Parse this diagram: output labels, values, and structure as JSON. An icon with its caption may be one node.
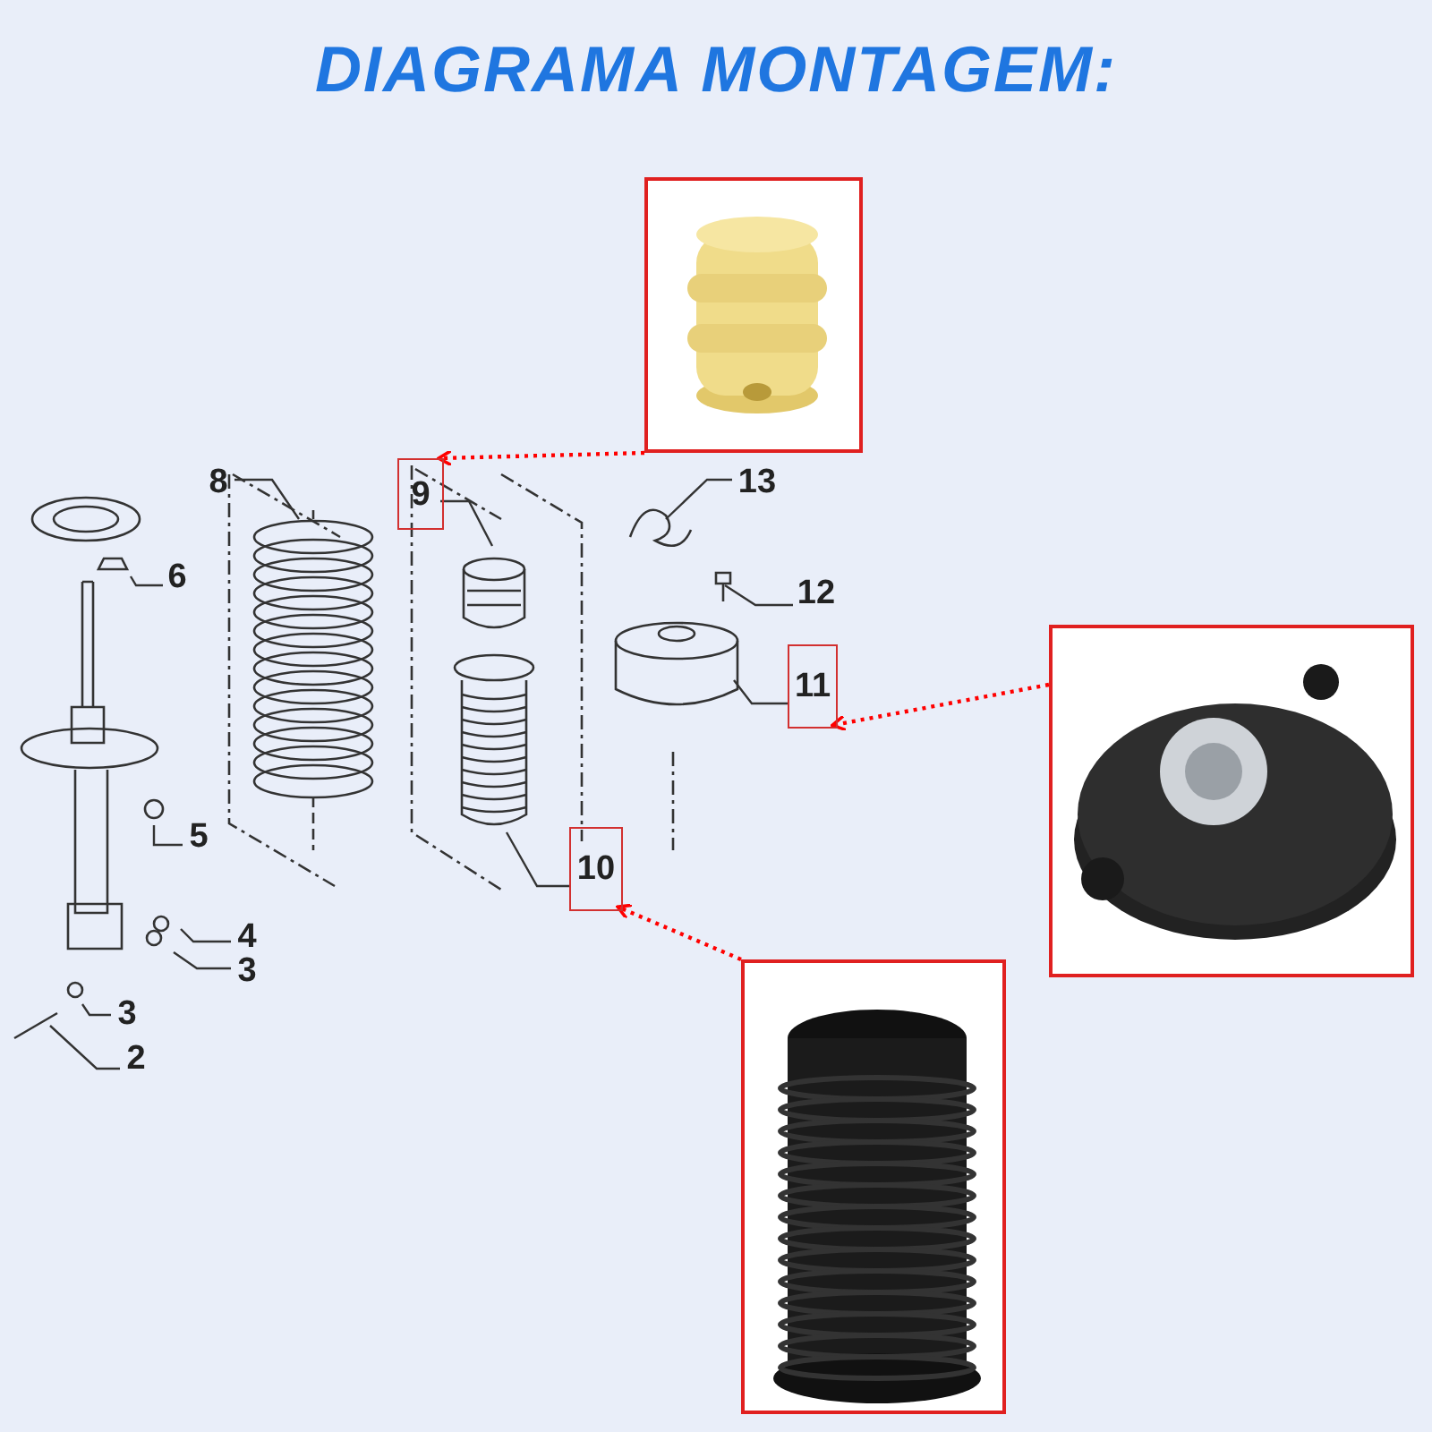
{
  "diagram": {
    "title": "DIAGRAMA MONTAGEM:",
    "nodes": [
      {
        "text": [],
        "shape": "picture"
      },
      {
        "text": [
          "8"
        ]
      },
      {
        "text": [
          "9"
        ]
      },
      {
        "text": [
          "13"
        ]
      },
      {
        "text": [
          "6"
        ]
      },
      {
        "text": [
          "12"
        ]
      },
      {
        "text": [],
        "shape": "picture"
      },
      {
        "text": [
          "11"
        ]
      },
      {
        "text": [
          "5"
        ]
      },
      {
        "text": [
          "10"
        ]
      },
      {
        "text": [
          "4"
        ]
      },
      {
        "text": [
          "3"
        ]
      },
      {
        "text": [],
        "shape": "picture"
      },
      {
        "text": [
          "3"
        ]
      },
      {
        "text": [
          "2"
        ]
      }
    ],
    "edges": [
      {
        "from": 0,
        "to": 2,
        "arrow": "to",
        "style": "dashed",
        "color": "#ff0000"
      },
      {
        "from": 6,
        "to": 7,
        "arrow": "to",
        "style": "dashed",
        "color": "#ff0000"
      },
      {
        "from": 12,
        "to": 9,
        "arrow": "to",
        "style": "dashed",
        "color": "#ff0000"
      },
      {
        "from": 1,
        "to": null,
        "arrow": "none"
      },
      {
        "from": 2,
        "to": null,
        "arrow": "none"
      },
      {
        "from": 3,
        "to": null,
        "arrow": "none"
      },
      {
        "from": 4,
        "to": null,
        "arrow": "none"
      },
      {
        "from": 5,
        "to": null,
        "arrow": "none"
      },
      {
        "from": 7,
        "to": null,
        "arrow": "none"
      },
      {
        "from": 8,
        "to": null,
        "arrow": "none"
      },
      {
        "from": 9,
        "to": null,
        "arrow": "none"
      },
      {
        "from": 10,
        "to": null,
        "arrow": "none"
      },
      {
        "from": 11,
        "to": null,
        "arrow": "none"
      },
      {
        "from": 13,
        "to": null,
        "arrow": "none"
      },
      {
        "from": 14,
        "to": null,
        "arrow": "none"
      }
    ]
  }
}
